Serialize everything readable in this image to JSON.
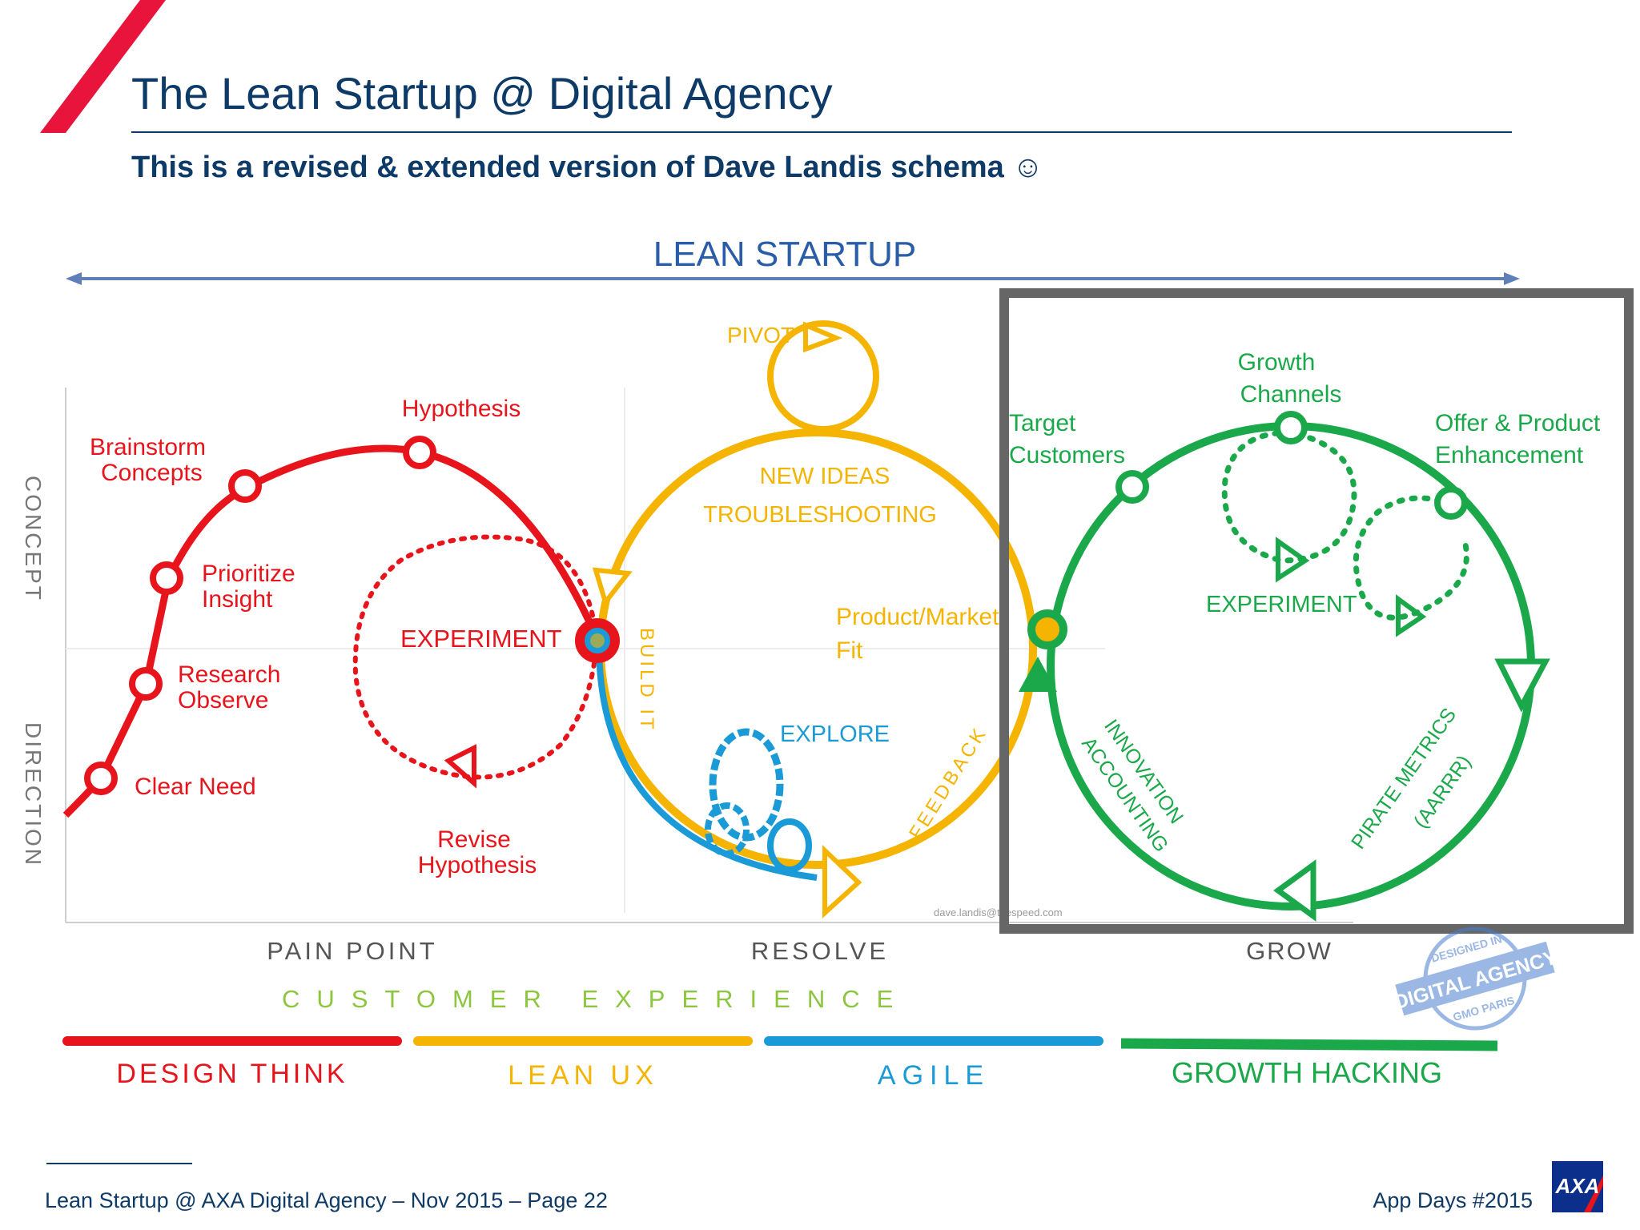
{
  "slide": {
    "title": "The Lean Startup @ Digital Agency",
    "subtitle": "This is a revised & extended version of Dave Landis schema ☺",
    "footer_left": "Lean Startup @ AXA Digital Agency – Nov 2015 – Page 22",
    "footer_right": "App Days #2015",
    "logo_text": "AXA"
  },
  "diagram": {
    "top_label": "LEAN STARTUP",
    "axis_concept": "CONCEPT",
    "axis_direction": "DIRECTION",
    "design_think_loop": {
      "nodes": [
        "Hypothesis",
        "Brainstorm",
        "Concepts",
        "Prioritize",
        "Insight",
        "Research",
        "Observe",
        "Clear Need"
      ],
      "experiment": "EXPERIMENT",
      "revise_1": "Revise",
      "revise_2": "Hypothesis"
    },
    "lean_ux_loop": {
      "pivot": "PIVOT",
      "new_ideas": "NEW IDEAS",
      "troubleshooting": "TROUBLESHOOTING",
      "product_market_1": "Product/Market",
      "product_market_2": "Fit",
      "build_it": "BUILD IT",
      "explore": "EXPLORE",
      "feedback": "FEEDBACK",
      "credit": "dave.landis@thespeed.com"
    },
    "growth_loop": {
      "growth_channels_1": "Growth",
      "growth_channels_2": "Channels",
      "target_1": "Target",
      "target_2": "Customers",
      "offer_1": "Offer & Product",
      "offer_2": "Enhancement",
      "experiment": "EXPERIMENT",
      "innovation_1": "INNOVATION",
      "innovation_2": "ACCOUNTING",
      "pirate_1": "PIRATE METRICS",
      "pirate_2": "(AARRR)"
    },
    "phases": [
      "PAIN POINT",
      "RESOLVE",
      "GROW"
    ],
    "customer_experience": "CUSTOMER EXPERIENCE",
    "legend": [
      "DESIGN THINK",
      "LEAN UX",
      "AGILE",
      "GROWTH HACKING"
    ],
    "stamp_main": "DIGITAL AGENCY",
    "stamp_top": "DESIGNED IN",
    "stamp_bottom": "GMO PARIS",
    "colors": {
      "red": "#e8141c",
      "yellow": "#f4b400",
      "blue": "#1a9ad6",
      "green": "#1aa84a",
      "frame": "#666666",
      "navy": "#0d3a66"
    }
  }
}
